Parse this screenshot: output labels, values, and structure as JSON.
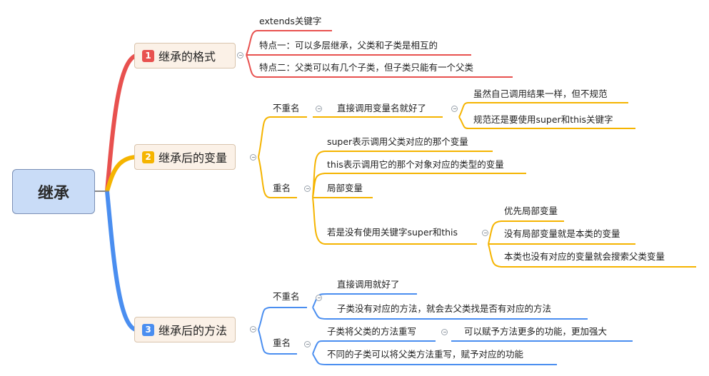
{
  "root": {
    "label": "继承"
  },
  "branch1": {
    "badge": "1",
    "label": "继承的格式",
    "items": [
      "extends关键字",
      "特点一：可以多层继承，父类和子类是相互的",
      "特点二：父类可以有几个子类，但子类只能有一个父类"
    ]
  },
  "branch2": {
    "badge": "2",
    "label": "继承后的变量",
    "noRename": {
      "label": "不重名",
      "child": "直接调用变量名就好了",
      "grand": [
        "虽然自己调用结果一样，但不规范",
        "规范还是要使用super和this关键字"
      ]
    },
    "rename": {
      "label": "重名",
      "items": [
        "super表示调用父类对应的那个变量",
        "this表示调用它的那个对象对应的类型的变量",
        "局部变量",
        "若是没有使用关键字super和this"
      ],
      "sub": [
        "优先局部变量",
        "没有局部变量就是本类的变量",
        "本类也没有对应的变量就会搜索父类变量"
      ]
    }
  },
  "branch3": {
    "badge": "3",
    "label": "继承后的方法",
    "noRename": {
      "label": "不重名",
      "items": [
        "直接调用就好了",
        "子类没有对应的方法，就会去父类找是否有对应的方法"
      ]
    },
    "rename": {
      "label": "重名",
      "items": [
        "子类将父类的方法重写",
        "不同的子类可以将父类方法重写，赋予对应的功能"
      ],
      "sub": [
        "可以赋予方法更多的功能，更加强大"
      ]
    }
  },
  "colors": {
    "red": "#e8514f",
    "yellow": "#f5b400",
    "blue": "#4a8ef0",
    "badgeRed": "#e8514f",
    "badgeYellow": "#f5b400",
    "badgeBlue": "#4a8ef0"
  }
}
